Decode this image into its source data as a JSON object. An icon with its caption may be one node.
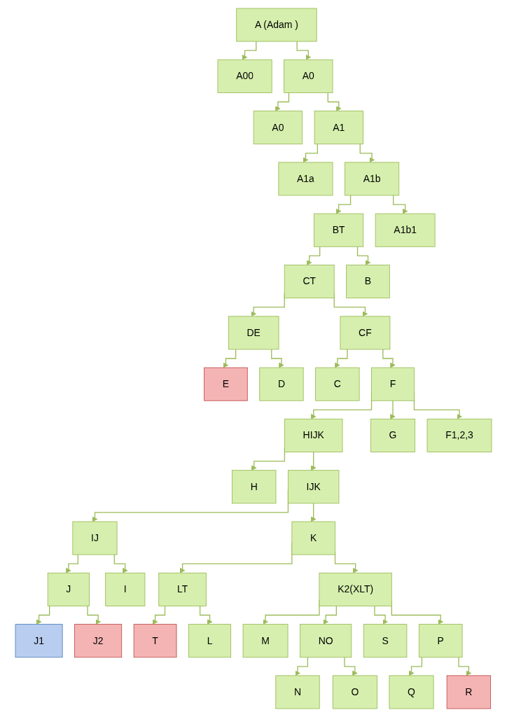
{
  "diagram": {
    "nodes": [
      {
        "text": [
          "A (Adam )"
        ]
      },
      {
        "text": [
          "A00"
        ]
      },
      {
        "text": [
          "A0"
        ]
      },
      {
        "text": [
          "A0"
        ]
      },
      {
        "text": [
          "A1"
        ]
      },
      {
        "text": [
          "A1a"
        ]
      },
      {
        "text": [
          "A1b"
        ]
      },
      {
        "text": [
          "BT"
        ]
      },
      {
        "text": [
          "A1b1"
        ]
      },
      {
        "text": [
          "CT"
        ]
      },
      {
        "text": [
          "B"
        ]
      },
      {
        "text": [
          "DE"
        ]
      },
      {
        "text": [
          "CF"
        ]
      },
      {
        "text": [
          "E"
        ]
      },
      {
        "text": [
          "D"
        ]
      },
      {
        "text": [
          "C"
        ]
      },
      {
        "text": [
          "F"
        ]
      },
      {
        "text": [
          "HIJK"
        ]
      },
      {
        "text": [
          "G"
        ]
      },
      {
        "text": [
          "F1,2,3"
        ]
      },
      {
        "text": [
          "H"
        ]
      },
      {
        "text": [
          "IJK"
        ]
      },
      {
        "text": [
          "IJ"
        ]
      },
      {
        "text": [
          "K"
        ]
      },
      {
        "text": [
          "J"
        ]
      },
      {
        "text": [
          "I"
        ]
      },
      {
        "text": [
          "LT"
        ]
      },
      {
        "text": [
          "K2(XLT)"
        ]
      },
      {
        "text": [
          "J1"
        ]
      },
      {
        "text": [
          "J2"
        ]
      },
      {
        "text": [
          "T"
        ]
      },
      {
        "text": [
          "L"
        ]
      },
      {
        "text": [
          "M"
        ]
      },
      {
        "text": [
          "NO"
        ]
      },
      {
        "text": [
          "S"
        ]
      },
      {
        "text": [
          "P"
        ]
      },
      {
        "text": [
          "N"
        ]
      },
      {
        "text": [
          "O"
        ]
      },
      {
        "text": [
          "Q"
        ]
      },
      {
        "text": [
          "R"
        ]
      }
    ],
    "edges": [
      {
        "from": 0,
        "to": 1,
        "arrow": "to"
      },
      {
        "from": 0,
        "to": 2,
        "arrow": "to"
      },
      {
        "from": 2,
        "to": 3,
        "arrow": "to"
      },
      {
        "from": 2,
        "to": 4,
        "arrow": "to"
      },
      {
        "from": 4,
        "to": 5,
        "arrow": "to"
      },
      {
        "from": 4,
        "to": 6,
        "arrow": "to"
      },
      {
        "from": 6,
        "to": 7,
        "arrow": "to"
      },
      {
        "from": 6,
        "to": 8,
        "arrow": "to"
      },
      {
        "from": 7,
        "to": 9,
        "arrow": "to"
      },
      {
        "from": 7,
        "to": 10,
        "arrow": "to"
      },
      {
        "from": 9,
        "to": 11,
        "arrow": "to"
      },
      {
        "from": 9,
        "to": 12,
        "arrow": "to"
      },
      {
        "from": 11,
        "to": 13,
        "arrow": "to"
      },
      {
        "from": 11,
        "to": 14,
        "arrow": "to"
      },
      {
        "from": 12,
        "to": 15,
        "arrow": "to"
      },
      {
        "from": 12,
        "to": 16,
        "arrow": "to"
      },
      {
        "from": 16,
        "to": 17,
        "arrow": "to"
      },
      {
        "from": 16,
        "to": 18,
        "arrow": "to"
      },
      {
        "from": 16,
        "to": 19,
        "arrow": "to"
      },
      {
        "from": 17,
        "to": 20,
        "arrow": "to"
      },
      {
        "from": 17,
        "to": 21,
        "arrow": "to"
      },
      {
        "from": 21,
        "to": 22,
        "arrow": "to"
      },
      {
        "from": 21,
        "to": 23,
        "arrow": "to"
      },
      {
        "from": 22,
        "to": 24,
        "arrow": "to"
      },
      {
        "from": 22,
        "to": 25,
        "arrow": "to"
      },
      {
        "from": 23,
        "to": 26,
        "arrow": "to"
      },
      {
        "from": 23,
        "to": 27,
        "arrow": "to"
      },
      {
        "from": 24,
        "to": 28,
        "arrow": "to"
      },
      {
        "from": 24,
        "to": 29,
        "arrow": "to"
      },
      {
        "from": 26,
        "to": 30,
        "arrow": "to"
      },
      {
        "from": 26,
        "to": 31,
        "arrow": "to"
      },
      {
        "from": 27,
        "to": 32,
        "arrow": "to"
      },
      {
        "from": 27,
        "to": 33,
        "arrow": "to"
      },
      {
        "from": 27,
        "to": 34,
        "arrow": "to"
      },
      {
        "from": 27,
        "to": 35,
        "arrow": "to"
      },
      {
        "from": 33,
        "to": 36,
        "arrow": "to"
      },
      {
        "from": 33,
        "to": 37,
        "arrow": "to"
      },
      {
        "from": 35,
        "to": 38,
        "arrow": "to"
      },
      {
        "from": 35,
        "to": 39,
        "arrow": "to"
      }
    ]
  }
}
